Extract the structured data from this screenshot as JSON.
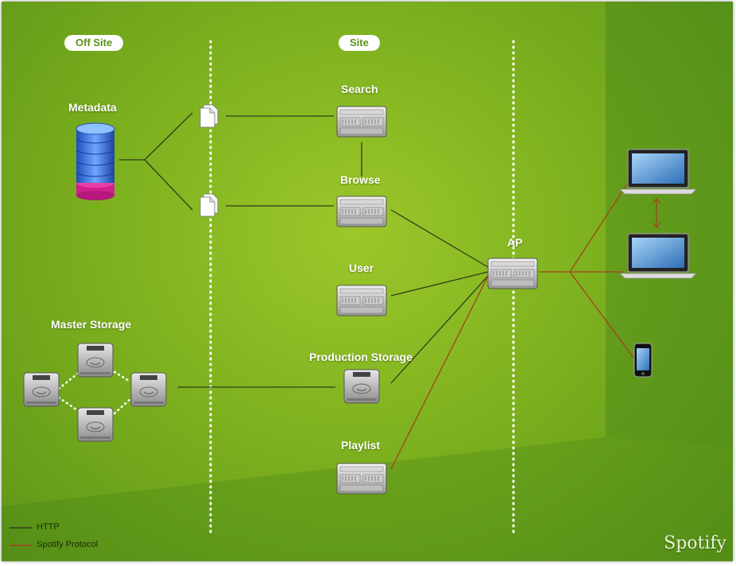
{
  "zones": {
    "offsite": "Off Site",
    "site": "Site"
  },
  "nodes": {
    "metadata": "Metadata",
    "search": "Search",
    "browse": "Browse",
    "user": "User",
    "production_storage": "Production Storage",
    "playlist": "Playlist",
    "ap": "AP",
    "master_storage": "Master Storage"
  },
  "legend": {
    "http": "HTTP",
    "spotify_protocol": "Spotify Protocol"
  },
  "brand": "Spotify",
  "colors": {
    "http": "#2f3d1b",
    "spotify_protocol": "#a1441d",
    "background": "#7fb21f",
    "pill_text": "#5a8f18"
  },
  "icons": [
    "database-icon",
    "document-icon",
    "server-icon",
    "hard-drive-icon",
    "laptop-icon",
    "phone-icon"
  ]
}
